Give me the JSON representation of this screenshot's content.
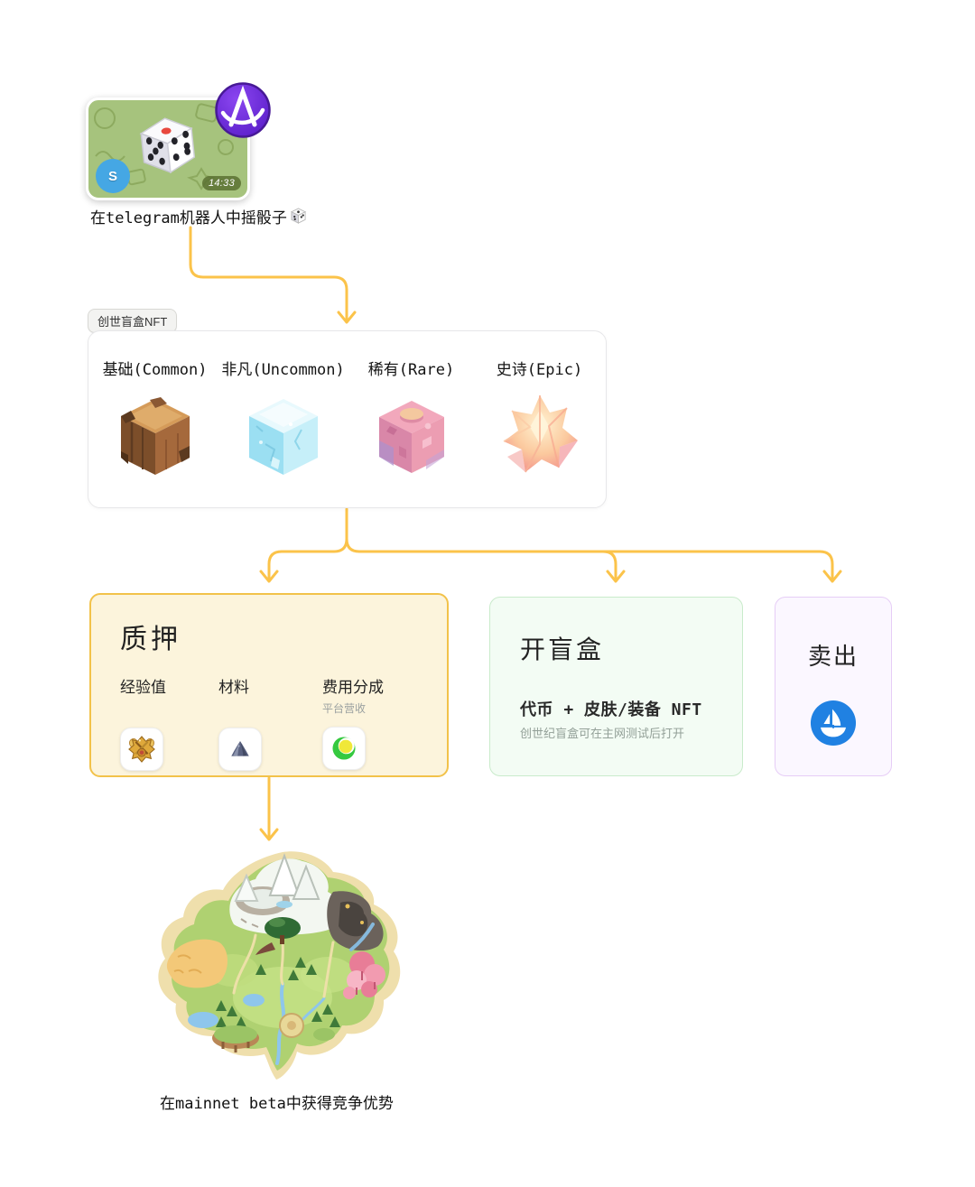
{
  "colors": {
    "arrow": "#FBC34A",
    "staking-border": "#F2C24A",
    "staking-bg": "#FCF4DC",
    "open-border": "#C9EBCB",
    "open-bg": "#F3FCF4",
    "sell-border": "#E6CDF6",
    "sell-bg": "#FBF7FF",
    "opensea": "#2081E2",
    "telegram-green": "#A6C37D",
    "avatar-blue": "#45A7E4"
  },
  "telegram_card": {
    "avatar_letter": "S",
    "timestamp": "14:33"
  },
  "captions": {
    "step1": "在telegram机器人中摇骰子",
    "footer": "在mainnet beta中获得竞争优势"
  },
  "genesis_box": {
    "tag": "创世盲盒NFT",
    "rarities": [
      {
        "label": "基础(Common)",
        "icon": "wood-cube-icon"
      },
      {
        "label": "非凡(Uncommon)",
        "icon": "ice-cube-icon"
      },
      {
        "label": "稀有(Rare)",
        "icon": "pink-stone-cube-icon"
      },
      {
        "label": "史诗(Epic)",
        "icon": "crystal-cube-icon"
      }
    ]
  },
  "staking": {
    "title": "质押",
    "items": [
      {
        "label": "经验值",
        "icon": "xp-badge-icon"
      },
      {
        "label": "材料",
        "icon": "material-ore-icon"
      },
      {
        "label": "费用分成",
        "sublabel": "平台营收",
        "icon": "fee-share-icon"
      }
    ]
  },
  "open_box": {
    "title": "开盲盒",
    "reward_line": "代币 + 皮肤/装备 NFT",
    "note": "创世纪盲盒可在主网测试后打开"
  },
  "sell": {
    "title": "卖出",
    "icon": "opensea-icon"
  }
}
